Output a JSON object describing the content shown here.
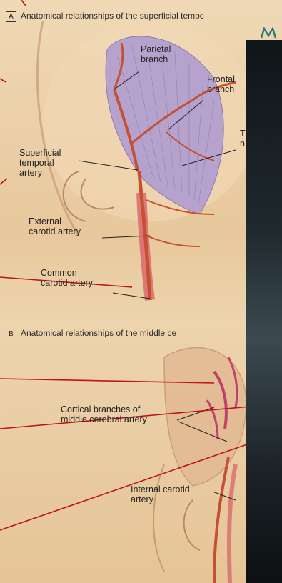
{
  "panel_a": {
    "box": "A",
    "title": "Anatomical relationships of the superficial tempc",
    "labels": {
      "parietal": "Parietal\nbranch",
      "frontal": "Frontal\nbranch",
      "t_partial": "T\nn",
      "superficial_temporal": "Superficial\ntemporal\nartery",
      "external_carotid": "External\ncarotid artery",
      "common_carotid": "Common\ncarotid artery"
    }
  },
  "panel_b": {
    "box": "B",
    "title": "Anatomical relationships of the middle ce",
    "labels": {
      "cortical": "Cortical branches of\nmiddle cerebral artery",
      "internal_carotid": "Internal carotid\nartery"
    }
  },
  "colors": {
    "annotation_line": "#c0121b",
    "artery": "#c95a3a",
    "muscle": "#9a86b8",
    "overlay_dark": "#1b2226"
  }
}
